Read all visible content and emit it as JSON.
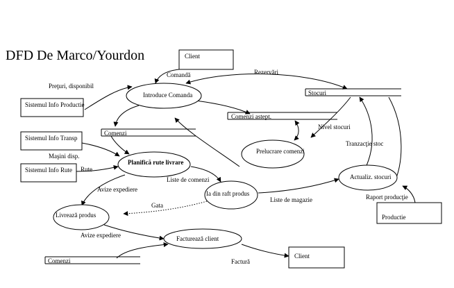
{
  "title": "DFD De Marco/Yourdon",
  "external_entities": {
    "client_top": "Client",
    "sistemul_info_productie": "Sistemul Info Productie",
    "sistemul_info_transp": "Sistemul Info Transp",
    "sistemul_info_rute": "Sistemul Info Rute",
    "productie": "Productie",
    "client_bottom": "Client"
  },
  "processes": {
    "introduce_comanda": "Introduce Comanda",
    "prelucrare_comenzi": "Prelucrare comenzi",
    "planifica_rute": "Planifică rute livrare",
    "ia_din_raft": "Ia din raft produs",
    "actualiz_stocuri": "Actualiz. stocuri",
    "livreaza_produs": "Livrează produs",
    "factureaza_client": "Facturează client"
  },
  "data_stores": {
    "stocuri": "Stocuri",
    "comenzi_astept": "Comenzi astept.",
    "comenzi_mid": "Comenzi",
    "comenzi_bottom": "Comenzi"
  },
  "flows": {
    "preturi_disponibil": "Preţuri, disponibil",
    "comanda": "Comandă",
    "rezervari": "Rezervări",
    "nivel_stocuri": "Nivel stocuri",
    "tranzactie_stoc": "Tranzacţie stoc",
    "masini_disp": "Maşini disp.",
    "rute": "Rute",
    "liste_de_comenzi": "Liste de comenzi",
    "avize_expediere_1": "Avize expediere",
    "gata": "Gata",
    "liste_de_magazie": "Liste de magazie",
    "raport_productie": "Raport producţie",
    "avize_expediere_2": "Avize expediere",
    "factura": "Factură"
  }
}
